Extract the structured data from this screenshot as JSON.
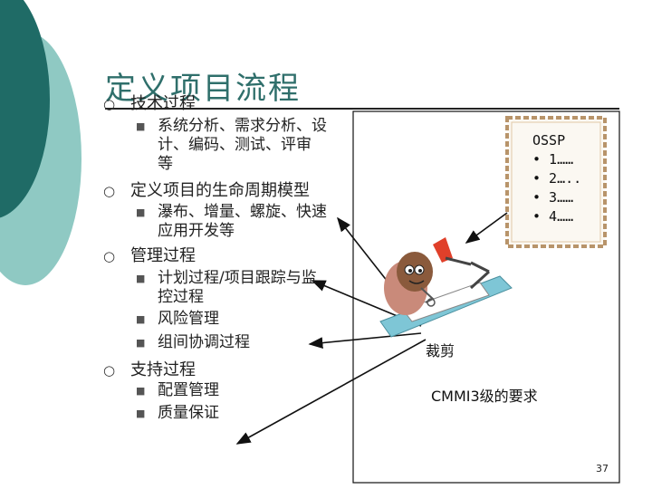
{
  "slide": {
    "title": "定义项目流程",
    "page_number": "37"
  },
  "outline": [
    {
      "label": "技术过程",
      "items": [
        {
          "lines": [
            "系统分析、需求分析、设",
            "计、编码、测试、评审",
            "等"
          ]
        }
      ]
    },
    {
      "label": "定义项目的生命周期模型",
      "items": [
        {
          "lines": [
            "瀑布、增量、螺旋、快速",
            "应用开发等"
          ]
        }
      ]
    },
    {
      "label": "管理过程",
      "items": [
        {
          "lines": [
            "计划过程/项目跟踪与监",
            "控过程"
          ]
        },
        {
          "lines": [
            "风险管理"
          ]
        },
        {
          "lines": [
            "组间协调过程"
          ]
        }
      ]
    },
    {
      "label": "支持过程",
      "items": [
        {
          "lines": [
            "配置管理"
          ]
        },
        {
          "lines": [
            "质量保证"
          ]
        }
      ]
    }
  ],
  "ossp_box": {
    "title": "OSSP",
    "items": [
      "• 1……",
      "• 2…..",
      "• 3……",
      "• 4……"
    ]
  },
  "annotations": {
    "cut": "裁剪",
    "cmmi": "CMMI3级的要求"
  },
  "colors": {
    "teal_dark": "#1f6b66",
    "teal_light": "#8fc9c3",
    "title": "#2f6f6b",
    "frame_tan": "#c8a882"
  }
}
